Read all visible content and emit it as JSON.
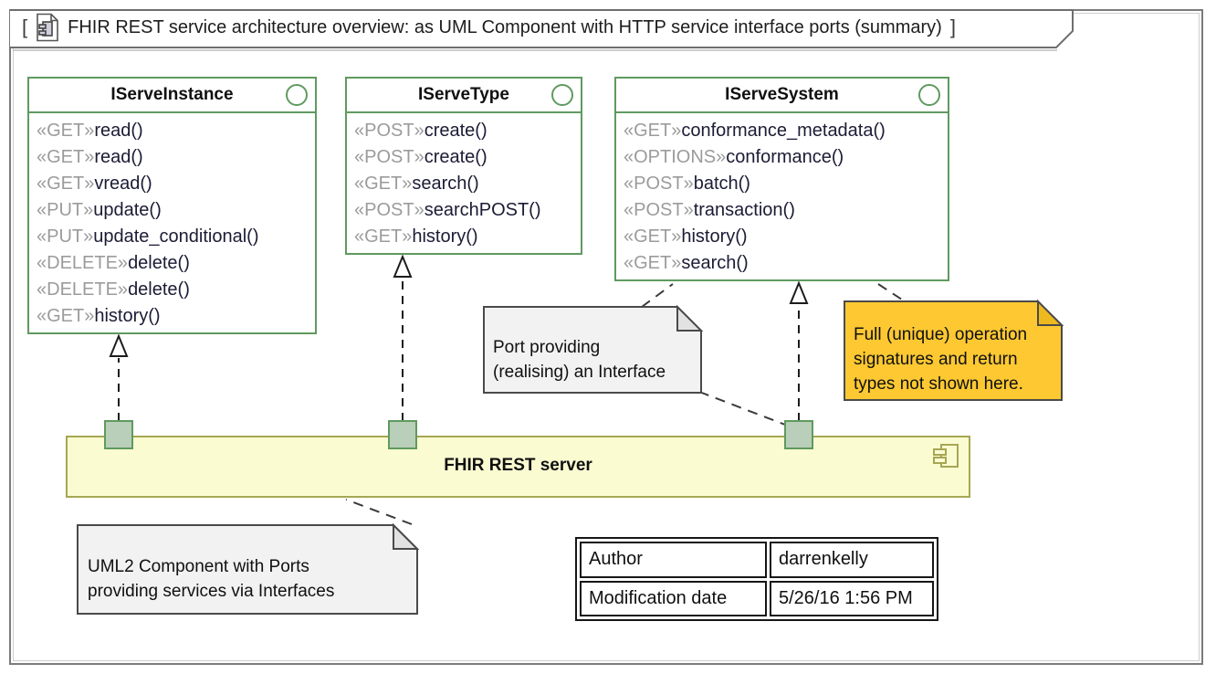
{
  "diagram": {
    "bracket_open": "[",
    "bracket_close": "]",
    "title": "FHIR REST service architecture overview: as UML Component with HTTP service interface ports (summary)"
  },
  "interfaces": [
    {
      "name": "IServeInstance",
      "methods": [
        {
          "stereotype": "«GET»",
          "name": "read()"
        },
        {
          "stereotype": "«GET»",
          "name": "read()"
        },
        {
          "stereotype": "«GET»",
          "name": "vread()"
        },
        {
          "stereotype": "«PUT»",
          "name": "update()"
        },
        {
          "stereotype": "«PUT»",
          "name": "update_conditional()"
        },
        {
          "stereotype": "«DELETE»",
          "name": "delete()"
        },
        {
          "stereotype": "«DELETE»",
          "name": "delete()"
        },
        {
          "stereotype": "«GET»",
          "name": "history()"
        }
      ]
    },
    {
      "name": "IServeType",
      "methods": [
        {
          "stereotype": "«POST»",
          "name": "create()"
        },
        {
          "stereotype": "«POST»",
          "name": "create()"
        },
        {
          "stereotype": "«GET»",
          "name": "search()"
        },
        {
          "stereotype": "«POST»",
          "name": "searchPOST()"
        },
        {
          "stereotype": "«GET»",
          "name": "history()"
        }
      ]
    },
    {
      "name": "IServeSystem",
      "methods": [
        {
          "stereotype": "«GET»",
          "name": "conformance_metadata()"
        },
        {
          "stereotype": "«OPTIONS»",
          "name": "conformance()"
        },
        {
          "stereotype": "«POST»",
          "name": "batch()"
        },
        {
          "stereotype": "«POST»",
          "name": "transaction()"
        },
        {
          "stereotype": "«GET»",
          "name": "history()"
        },
        {
          "stereotype": "«GET»",
          "name": "search()"
        }
      ]
    }
  ],
  "component": {
    "label": "FHIR REST server"
  },
  "notes": {
    "port_note": {
      "line1": "Port providing",
      "line2": "(realising) an Interface"
    },
    "signature_note": {
      "line1": "Full (unique) operation",
      "line2": "signatures and return",
      "line3": "types not shown here."
    },
    "component_note": {
      "line1": "UML2 Component with Ports",
      "line2": "providing services via Interfaces"
    }
  },
  "info_table": {
    "author_label": "Author",
    "author_value": "darrenkelly",
    "moddate_label": "Modification date",
    "moddate_value": "5/26/16 1:56 PM"
  },
  "colors": {
    "interface_border": "#5f9a5f",
    "component_fill": "#fbfbd2",
    "component_border": "#a6a653",
    "port_fill": "#b9cfb9",
    "note_gray_fill": "#f2f2f2",
    "note_orange_fill": "#fdc832",
    "stereotype_color": "#9b9b9b",
    "method_color": "#1b1b35"
  }
}
